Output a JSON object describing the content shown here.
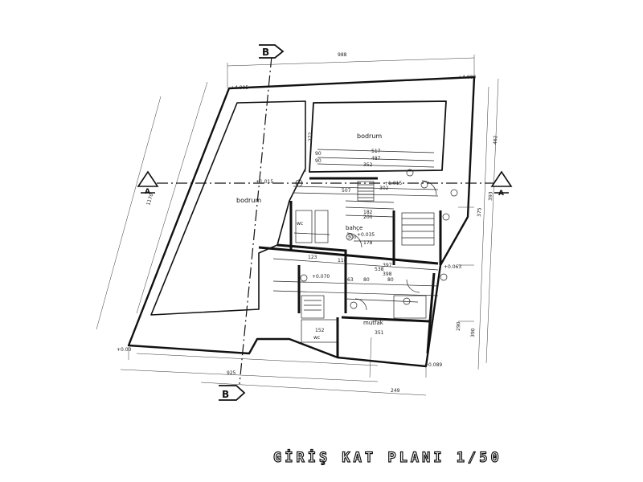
{
  "title": "GİRİŞ KAT PLANI 1/50",
  "section_marks": {
    "a_left": "A",
    "a_right": "A",
    "b_top": "B",
    "b_bottom": "B"
  },
  "rooms": {
    "bodrum_large": "bodrum",
    "bodrum_top": "bodrum",
    "bahce": "bahçe",
    "wc_left": "wc",
    "wc_bottom": "wc",
    "mutfak": "mutfak"
  },
  "levels": {
    "top_left": "+4.005",
    "top_right": "+4.000",
    "left_mid": "+1.015",
    "center": "+1.015",
    "center_low": "+0.035",
    "right_mid": "+0.063",
    "lower": "+0.070",
    "bottom_left": "+0.00",
    "bottom_right": "+0.089"
  },
  "dimensions": {
    "top_overall": "988",
    "left_side": "1170",
    "bottom_left": "925",
    "bottom_right": "249",
    "right_top": "462",
    "right_mid": "393",
    "right_mid2": "375",
    "right_lower": "290",
    "right_bottom": "390",
    "d517": "517",
    "d487": "487",
    "d352": "352",
    "d90a": "90",
    "d90b": "90",
    "d272": "272",
    "d507": "507",
    "d302": "302",
    "d200": "200",
    "d182": "182",
    "d300": "300",
    "d178": "178",
    "d123": "123",
    "d118": "118",
    "d397": "397",
    "d538": "538",
    "d398": "398",
    "d351": "351",
    "d152": "152",
    "d80a": "80",
    "d80b": "80",
    "d63": "63"
  }
}
